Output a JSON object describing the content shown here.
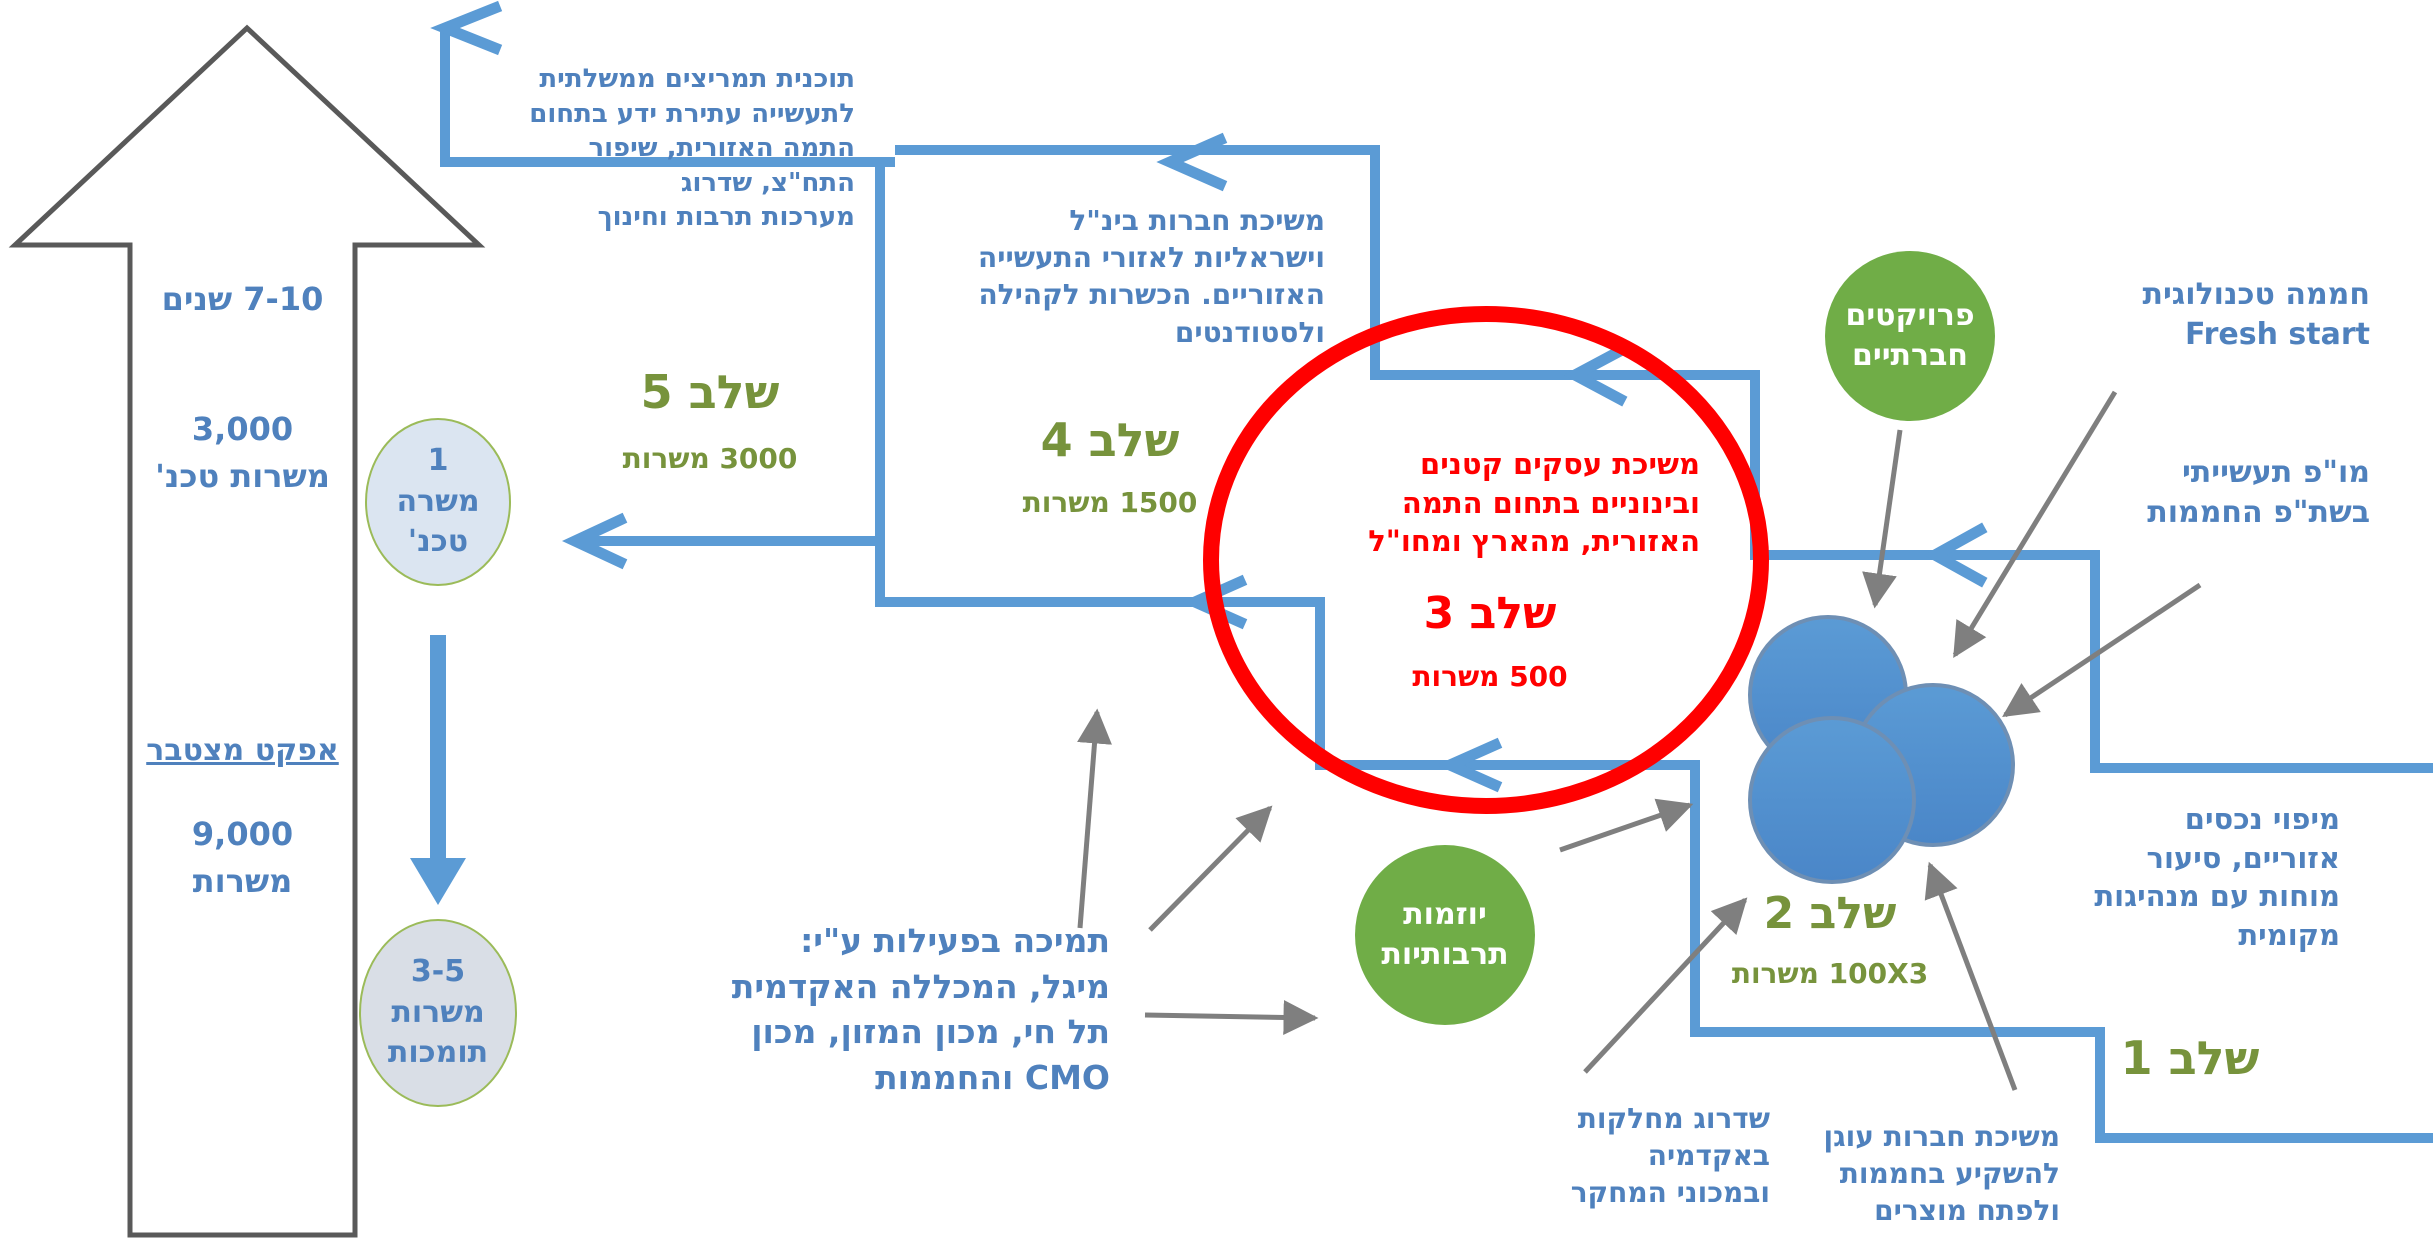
{
  "arrow_column": {
    "years": "7-10 שנים",
    "jobs_line1": "3,000",
    "jobs_line2": "משרות טכנ'",
    "cumulative_title": "אפקט מצטבר",
    "cumulative_line1": "9,000",
    "cumulative_line2": "משרות"
  },
  "small_circles": {
    "top_l1": "1",
    "top_l2": "משרה",
    "top_l3": "טכנ'",
    "bottom_l1": "3-5",
    "bottom_l2": "משרות",
    "bottom_l3": "תומכות"
  },
  "stage5": {
    "title": "שלב 5",
    "jobs": "3000 משרות",
    "desc_lines": [
      "תוכנית תמריצים ממשלתית",
      "לתעשייה עתירת ידע בתחום",
      "התמה האזורית, שיפור",
      "התח\"צ, שדרוג",
      "מערכות תרבות וחינוך"
    ]
  },
  "stage4": {
    "title": "שלב 4",
    "jobs": "1500 משרות",
    "desc_lines": [
      "משיכת חברות בינ\"ל",
      "וישראליות לאזורי התעשייה",
      "האזוריים. הכשרות לקהילה",
      "ולסטודנטים"
    ]
  },
  "stage3": {
    "desc_lines": [
      "משיכת עסקים קטנים",
      "ובינוניים בתחום התמה",
      "האזורית, מהארץ ומחו\"ל"
    ],
    "title": "שלב 3",
    "jobs": "500 משרות"
  },
  "stage2": {
    "title": "שלב 2",
    "jobs": "100X3 משרות"
  },
  "stage1": {
    "title": "שלב 1"
  },
  "green_circles": {
    "projects_l1": "פרויקטים",
    "projects_l2": "חברתיים",
    "culture_l1": "יוזמות",
    "culture_l2": "תרבותיות"
  },
  "right_labels": {
    "incubator_l1": "חממה טכנולוגית",
    "incubator_l2": "Fresh start",
    "rnd_l1": "מו\"פ תעשייתי",
    "rnd_l2": "בשת\"פ החממות",
    "mapping_lines": [
      "מיפוי נכסים",
      "אזוריים, סיעור",
      "מוחות עם מנהיגות",
      "מקומית"
    ]
  },
  "bottom_labels": {
    "upgrade_lines": [
      "שדרוג מחלקות",
      "באקדמיה",
      "ובמכוני המחקר"
    ],
    "anchor_lines": [
      "משיכת חברות עוגן",
      "להשקיע בחממות",
      "ולפתח מוצרים"
    ]
  },
  "support": {
    "lines": [
      "תמיכה בפעילות ע\"י:",
      "מיגל, המכללה האקדמית",
      "תל חי, מכון המזון, מכון",
      "CMO והחממות"
    ]
  },
  "colors": {
    "step_line": "#5b9bd5",
    "text_blue": "#4f81bd",
    "text_green": "#77933c",
    "highlight_red": "#ff0000",
    "green_circle": "#70ad47",
    "blue_circle": "#5b9bd5",
    "pointer_gray": "#7f7f7f"
  }
}
